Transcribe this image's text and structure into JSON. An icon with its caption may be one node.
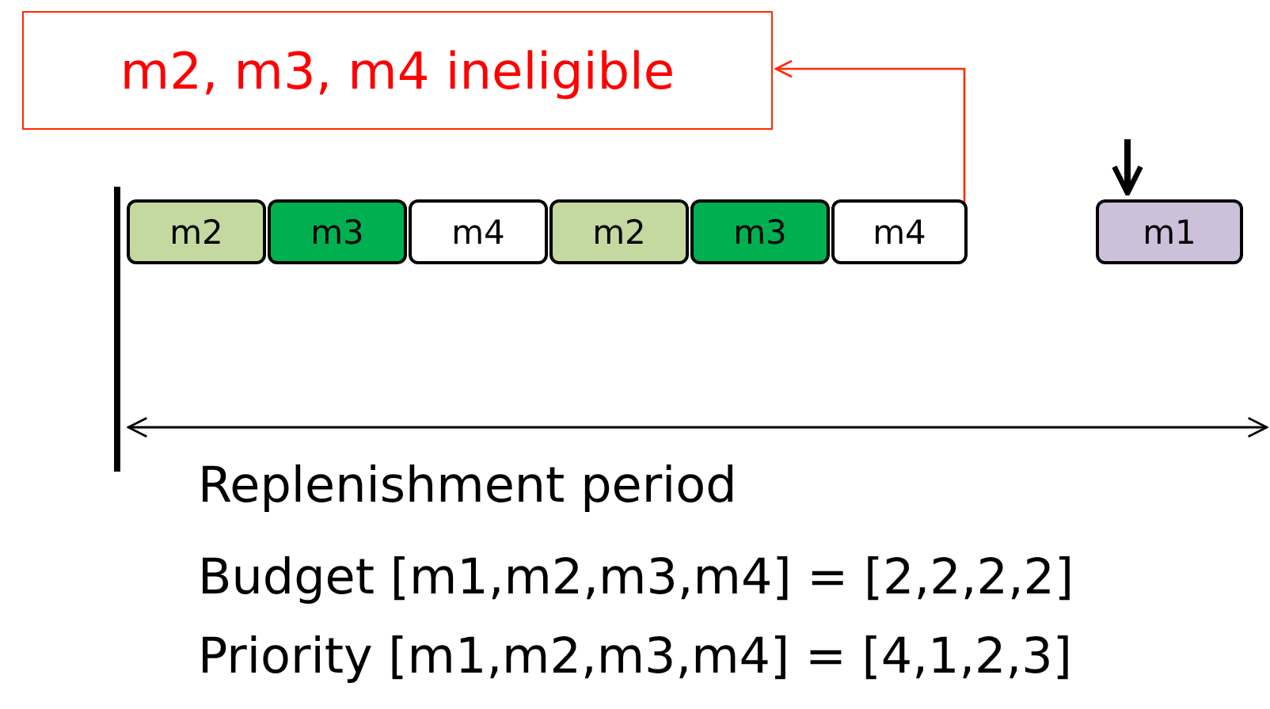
{
  "diagram": {
    "nodes": [
      {
        "text": [
          "m2, m3, m4 ineligible"
        ]
      },
      {
        "text": [
          "m2"
        ]
      },
      {
        "text": [
          "m3"
        ]
      },
      {
        "text": [
          "m4"
        ]
      },
      {
        "text": [
          "m2"
        ]
      },
      {
        "text": [
          "m3"
        ]
      },
      {
        "text": [
          "m4"
        ]
      },
      {
        "text": [
          "m1"
        ]
      }
    ],
    "edges": [
      {
        "from": 6,
        "to": 0,
        "arrow": "to",
        "color": "#ff2a00"
      },
      {
        "from": null,
        "to": 7,
        "arrow": "to",
        "style": "thick",
        "color": "#000000"
      }
    ],
    "labels": [
      "Replenishment period",
      "Budget [m1,m2,m3,m4] = [2,2,2,2]",
      "Priority [m1,m2,m3,m4] = [4,1,2,3]"
    ]
  }
}
